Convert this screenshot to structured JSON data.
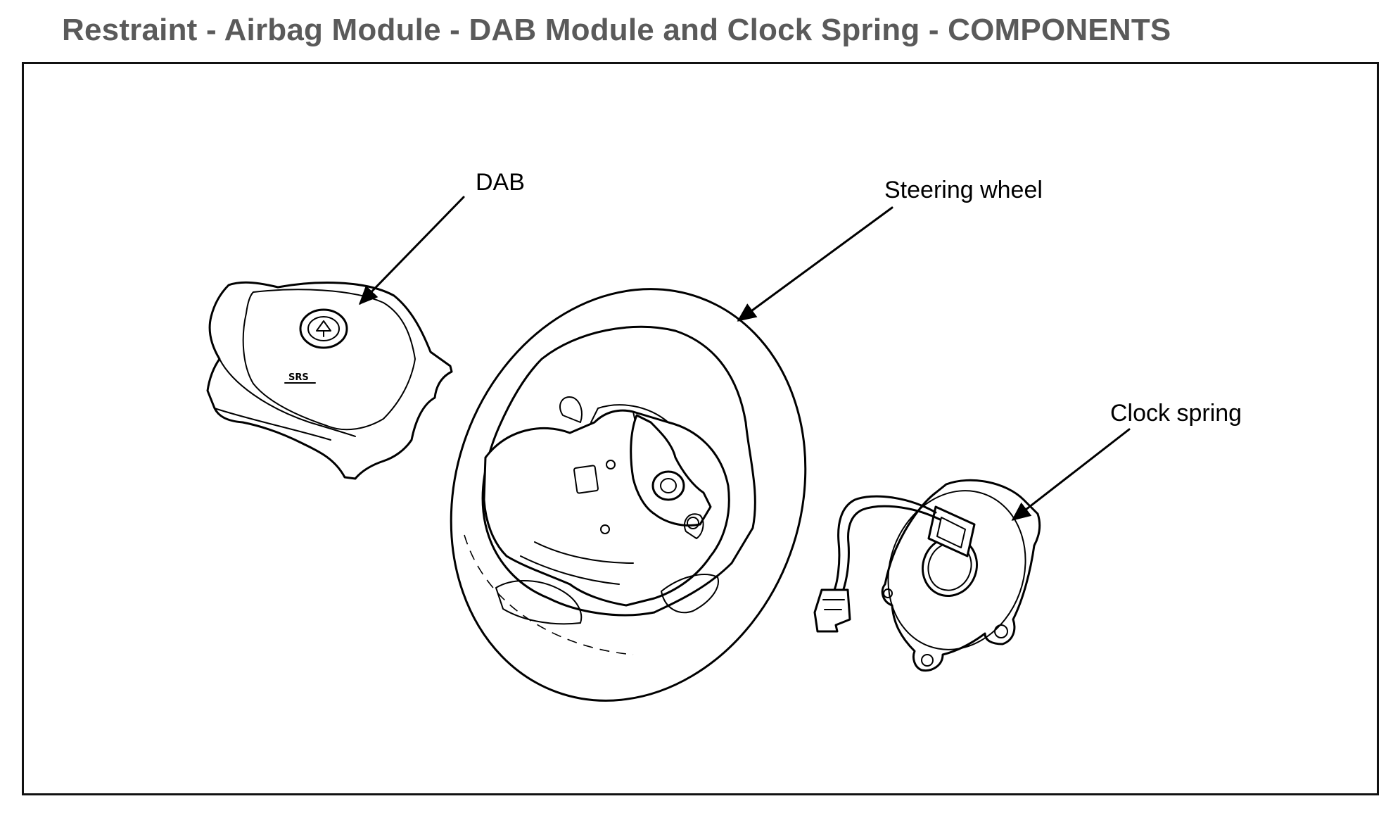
{
  "title": "Restraint - Airbag Module - DAB Module and Clock Spring - COMPONENTS",
  "callouts": {
    "dab": "DAB",
    "steering_wheel": "Steering wheel",
    "clock_spring": "Clock spring"
  },
  "airbag_marking": "SRS"
}
